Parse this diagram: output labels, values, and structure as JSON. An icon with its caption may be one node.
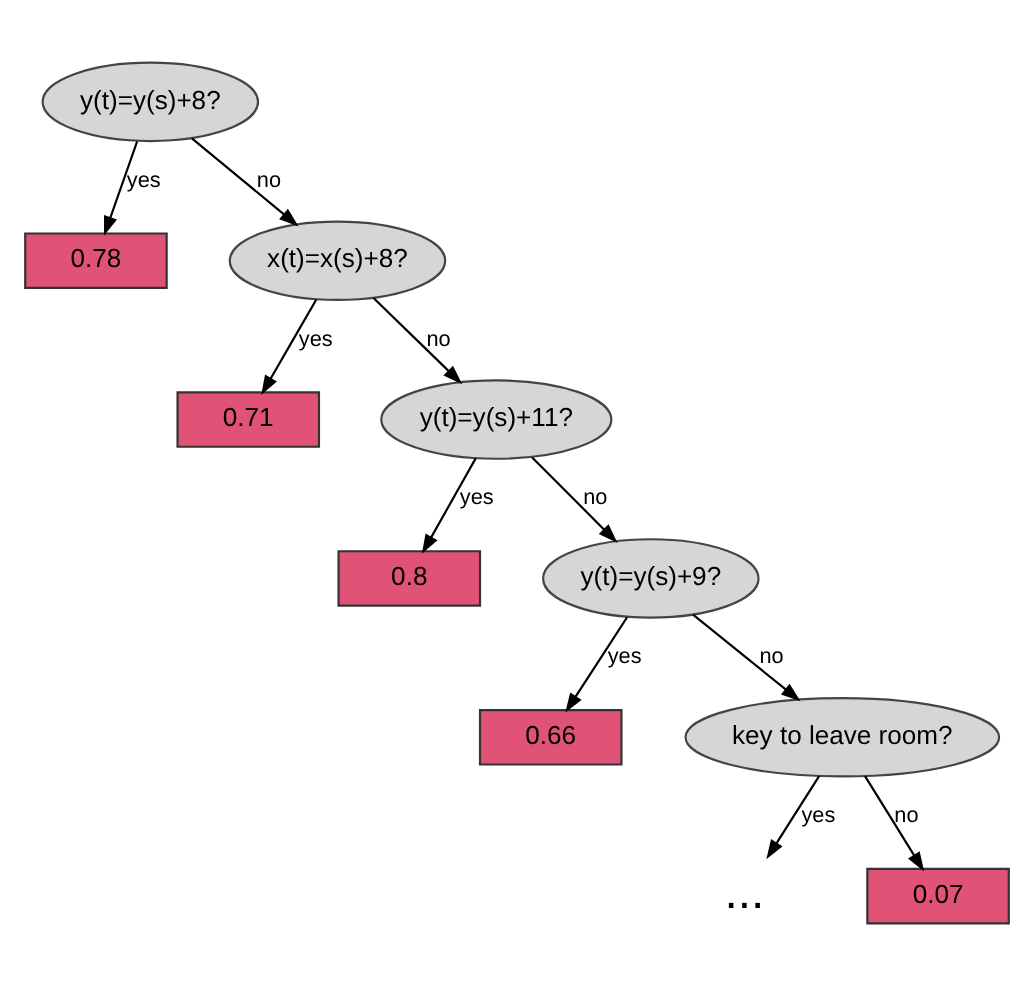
{
  "diagram": {
    "nodes": [
      {
        "text": [
          "y(t)=y(s)+8?"
        ]
      },
      {
        "text": [
          "0.78"
        ]
      },
      {
        "text": [
          "x(t)=x(s)+8?"
        ]
      },
      {
        "text": [
          "0.71"
        ]
      },
      {
        "text": [
          "y(t)=y(s)+11?"
        ]
      },
      {
        "text": [
          "0.8"
        ]
      },
      {
        "text": [
          "y(t)=y(s)+9?"
        ]
      },
      {
        "text": [
          "0.66"
        ]
      },
      {
        "text": [
          "key to leave room?"
        ]
      },
      {
        "text": [
          "..."
        ]
      },
      {
        "text": [
          "0.07"
        ]
      }
    ],
    "edges": [
      {
        "from": 0,
        "to": 1,
        "arrow": "to",
        "label": "yes"
      },
      {
        "from": 0,
        "to": 2,
        "arrow": "to",
        "label": "no"
      },
      {
        "from": 2,
        "to": 3,
        "arrow": "to",
        "label": "yes"
      },
      {
        "from": 2,
        "to": 4,
        "arrow": "to",
        "label": "no"
      },
      {
        "from": 4,
        "to": 5,
        "arrow": "to",
        "label": "yes"
      },
      {
        "from": 4,
        "to": 6,
        "arrow": "to",
        "label": "no"
      },
      {
        "from": 6,
        "to": 7,
        "arrow": "to",
        "label": "yes"
      },
      {
        "from": 6,
        "to": 8,
        "arrow": "to",
        "label": "no"
      },
      {
        "from": 8,
        "to": 9,
        "arrow": "to",
        "label": "yes"
      },
      {
        "from": 8,
        "to": 10,
        "arrow": "to",
        "label": "no"
      }
    ]
  }
}
